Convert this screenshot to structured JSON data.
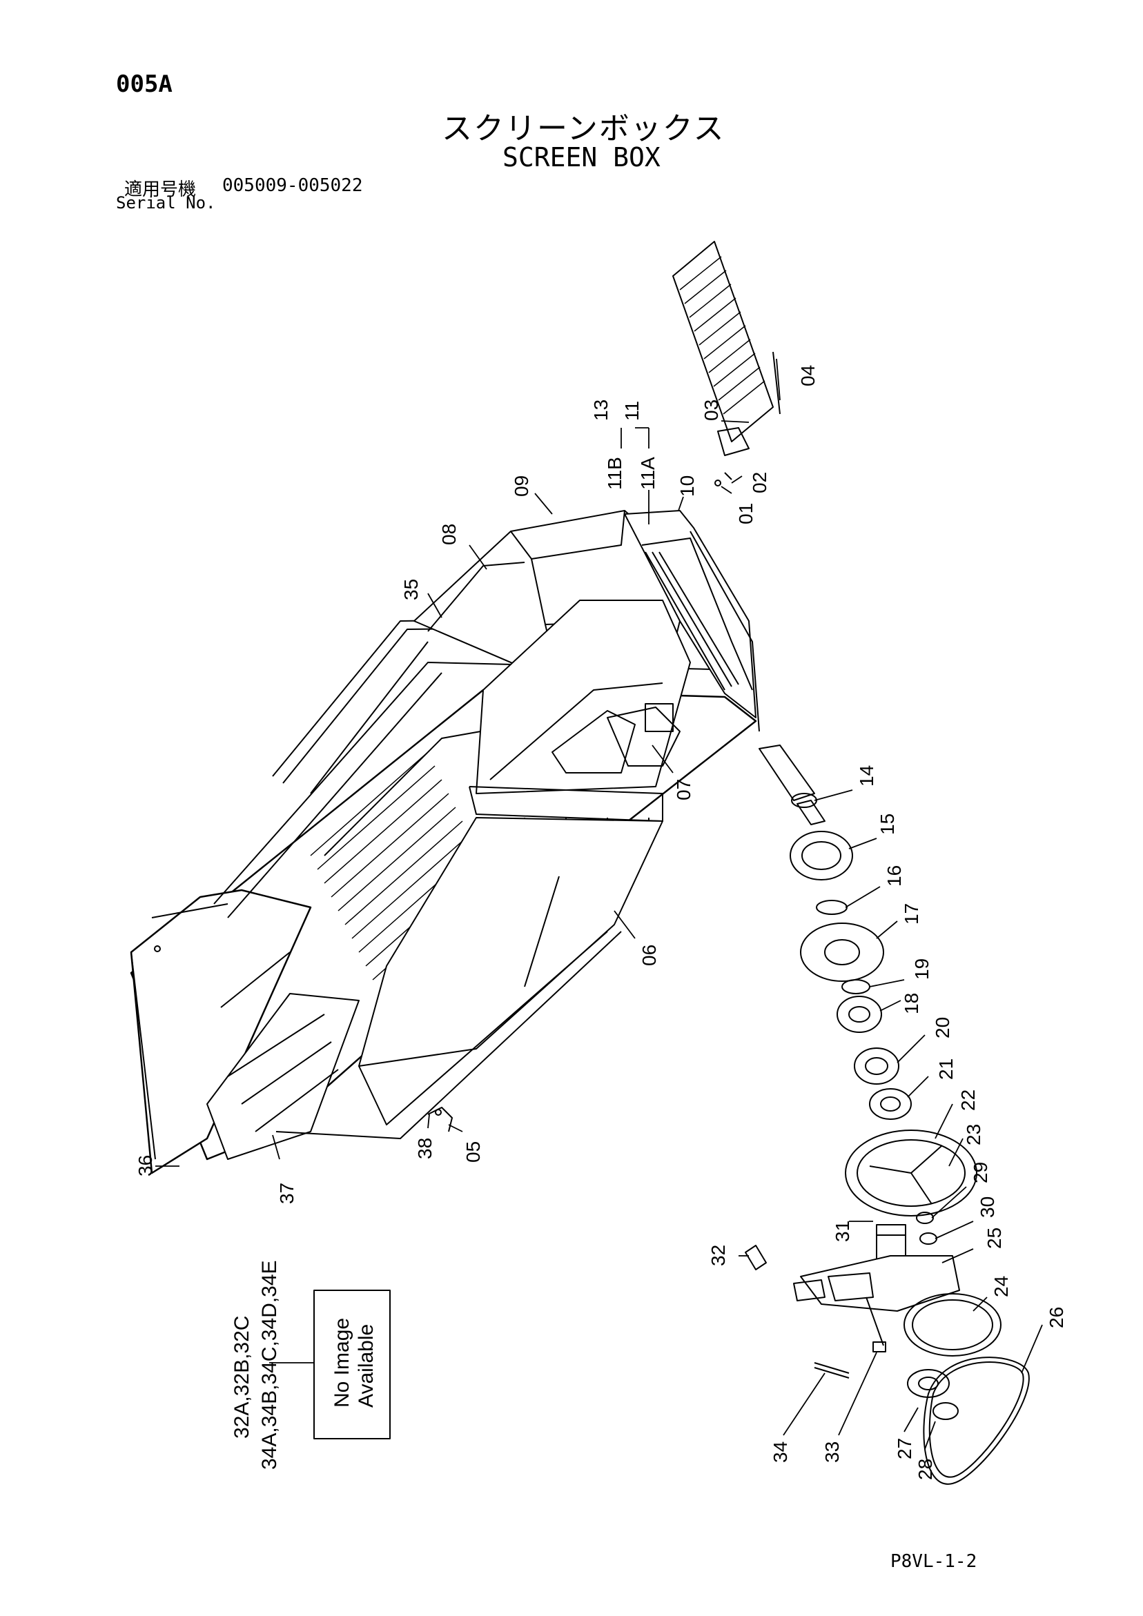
{
  "header": {
    "page_code": "005A",
    "title_jp": "スクリーンボックス",
    "title_en": "SCREEN BOX",
    "serial_label_jp": "適用号機",
    "serial_range": "005009-005022",
    "serial_label_en": "Serial No."
  },
  "footer": {
    "page_code": "P8VL-1-2"
  },
  "no_image_box": {
    "line1": "No Image",
    "line2": "Available"
  },
  "variant_parts": {
    "line1": "32A,32B,32C",
    "line2": "34A,34B,34C,34D,34E"
  },
  "callouts": {
    "p01": "01",
    "p02": "02",
    "p03": "03",
    "p04": "04",
    "p05": "05",
    "p06": "06",
    "p07": "07",
    "p08": "08",
    "p09": "09",
    "p10": "10",
    "p11": "11",
    "p11A": "11A",
    "p11B": "11B",
    "p13": "13",
    "p14": "14",
    "p15": "15",
    "p16": "16",
    "p17": "17",
    "p18": "18",
    "p19": "19",
    "p20": "20",
    "p21": "21",
    "p22": "22",
    "p23": "23",
    "p24": "24",
    "p25": "25",
    "p26": "26",
    "p27": "27",
    "p28": "28",
    "p29": "29",
    "p30": "30",
    "p31": "31",
    "p32": "32",
    "p33": "33",
    "p34": "34",
    "p35": "35",
    "p36": "36",
    "p37": "37",
    "p38": "38"
  }
}
